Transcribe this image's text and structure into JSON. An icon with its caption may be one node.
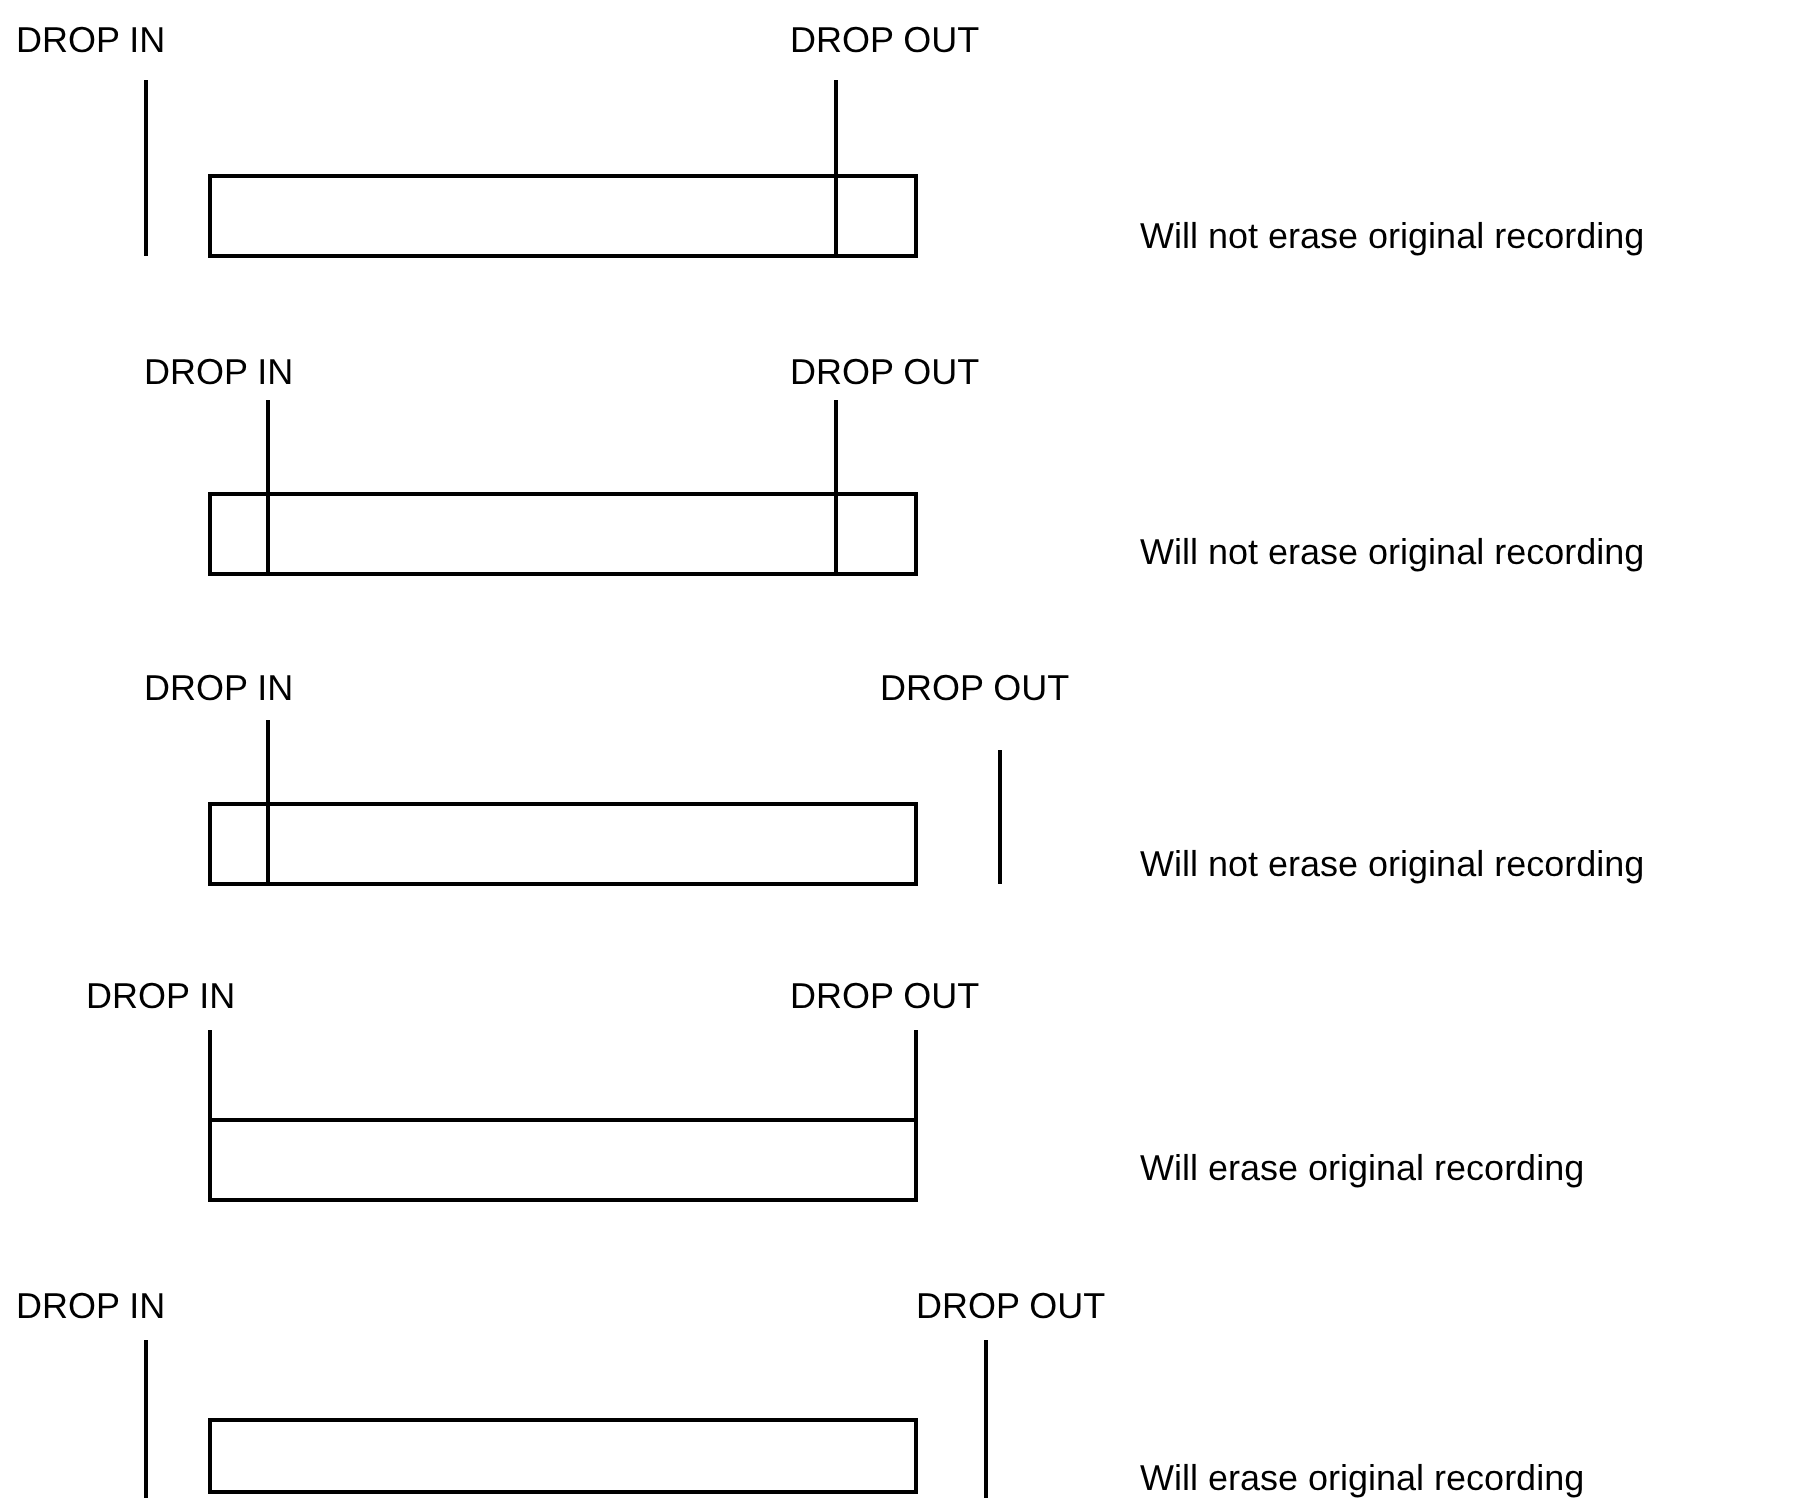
{
  "diagram": {
    "labels": [
      "DROP IN",
      "DROP OUT",
      "Will not erase original recording",
      "DROP IN",
      "DROP OUT",
      "Will not erase original recording",
      "DROP IN",
      "DROP OUT",
      "Will not erase original recording",
      "DROP IN",
      "DROP OUT",
      "Will erase original recording",
      "DROP IN",
      "DROP OUT",
      "Will erase original recording"
    ]
  }
}
